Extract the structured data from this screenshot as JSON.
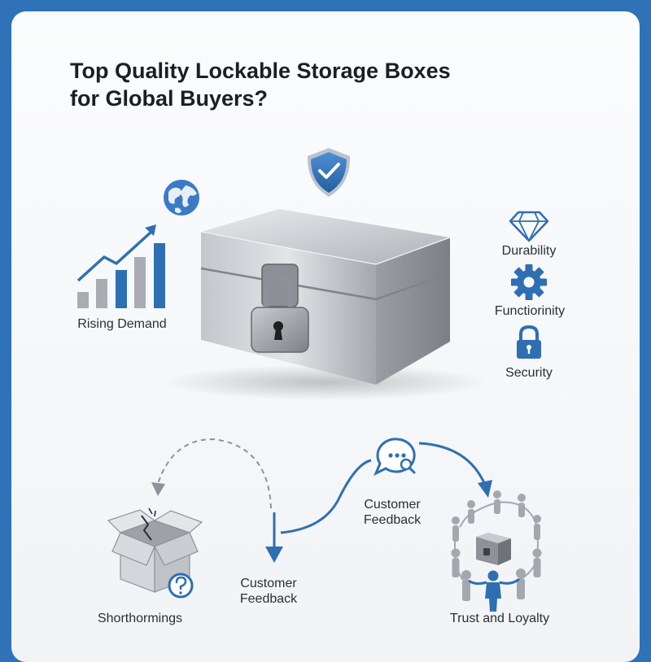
{
  "title": {
    "line1": "Top Quality Lockable Storage Boxes",
    "line2": "for Global Buyers?"
  },
  "left_feature": {
    "label": "Rising Demand",
    "icon": "globe-icon"
  },
  "right_features": [
    {
      "label": "Durability",
      "icon": "diamond-icon"
    },
    {
      "label": "Functiorinity",
      "icon": "gear-icon"
    },
    {
      "label": "Security",
      "icon": "padlock-icon"
    }
  ],
  "center_icon": "shield-check-icon",
  "flow": {
    "shortcomings": "Shorthormings",
    "feedback_bottom": {
      "line1": "Customer",
      "line2": "Feedback"
    },
    "feedback_top": {
      "line1": "Customer",
      "line2": "Feedback"
    },
    "trust": "Trust and Loyalty"
  },
  "colors": {
    "frame": "#2f72b8",
    "accent_blue": "#2e6fb3",
    "bar_gray": "#a9adb3",
    "arrow_gray": "#8f9399"
  }
}
